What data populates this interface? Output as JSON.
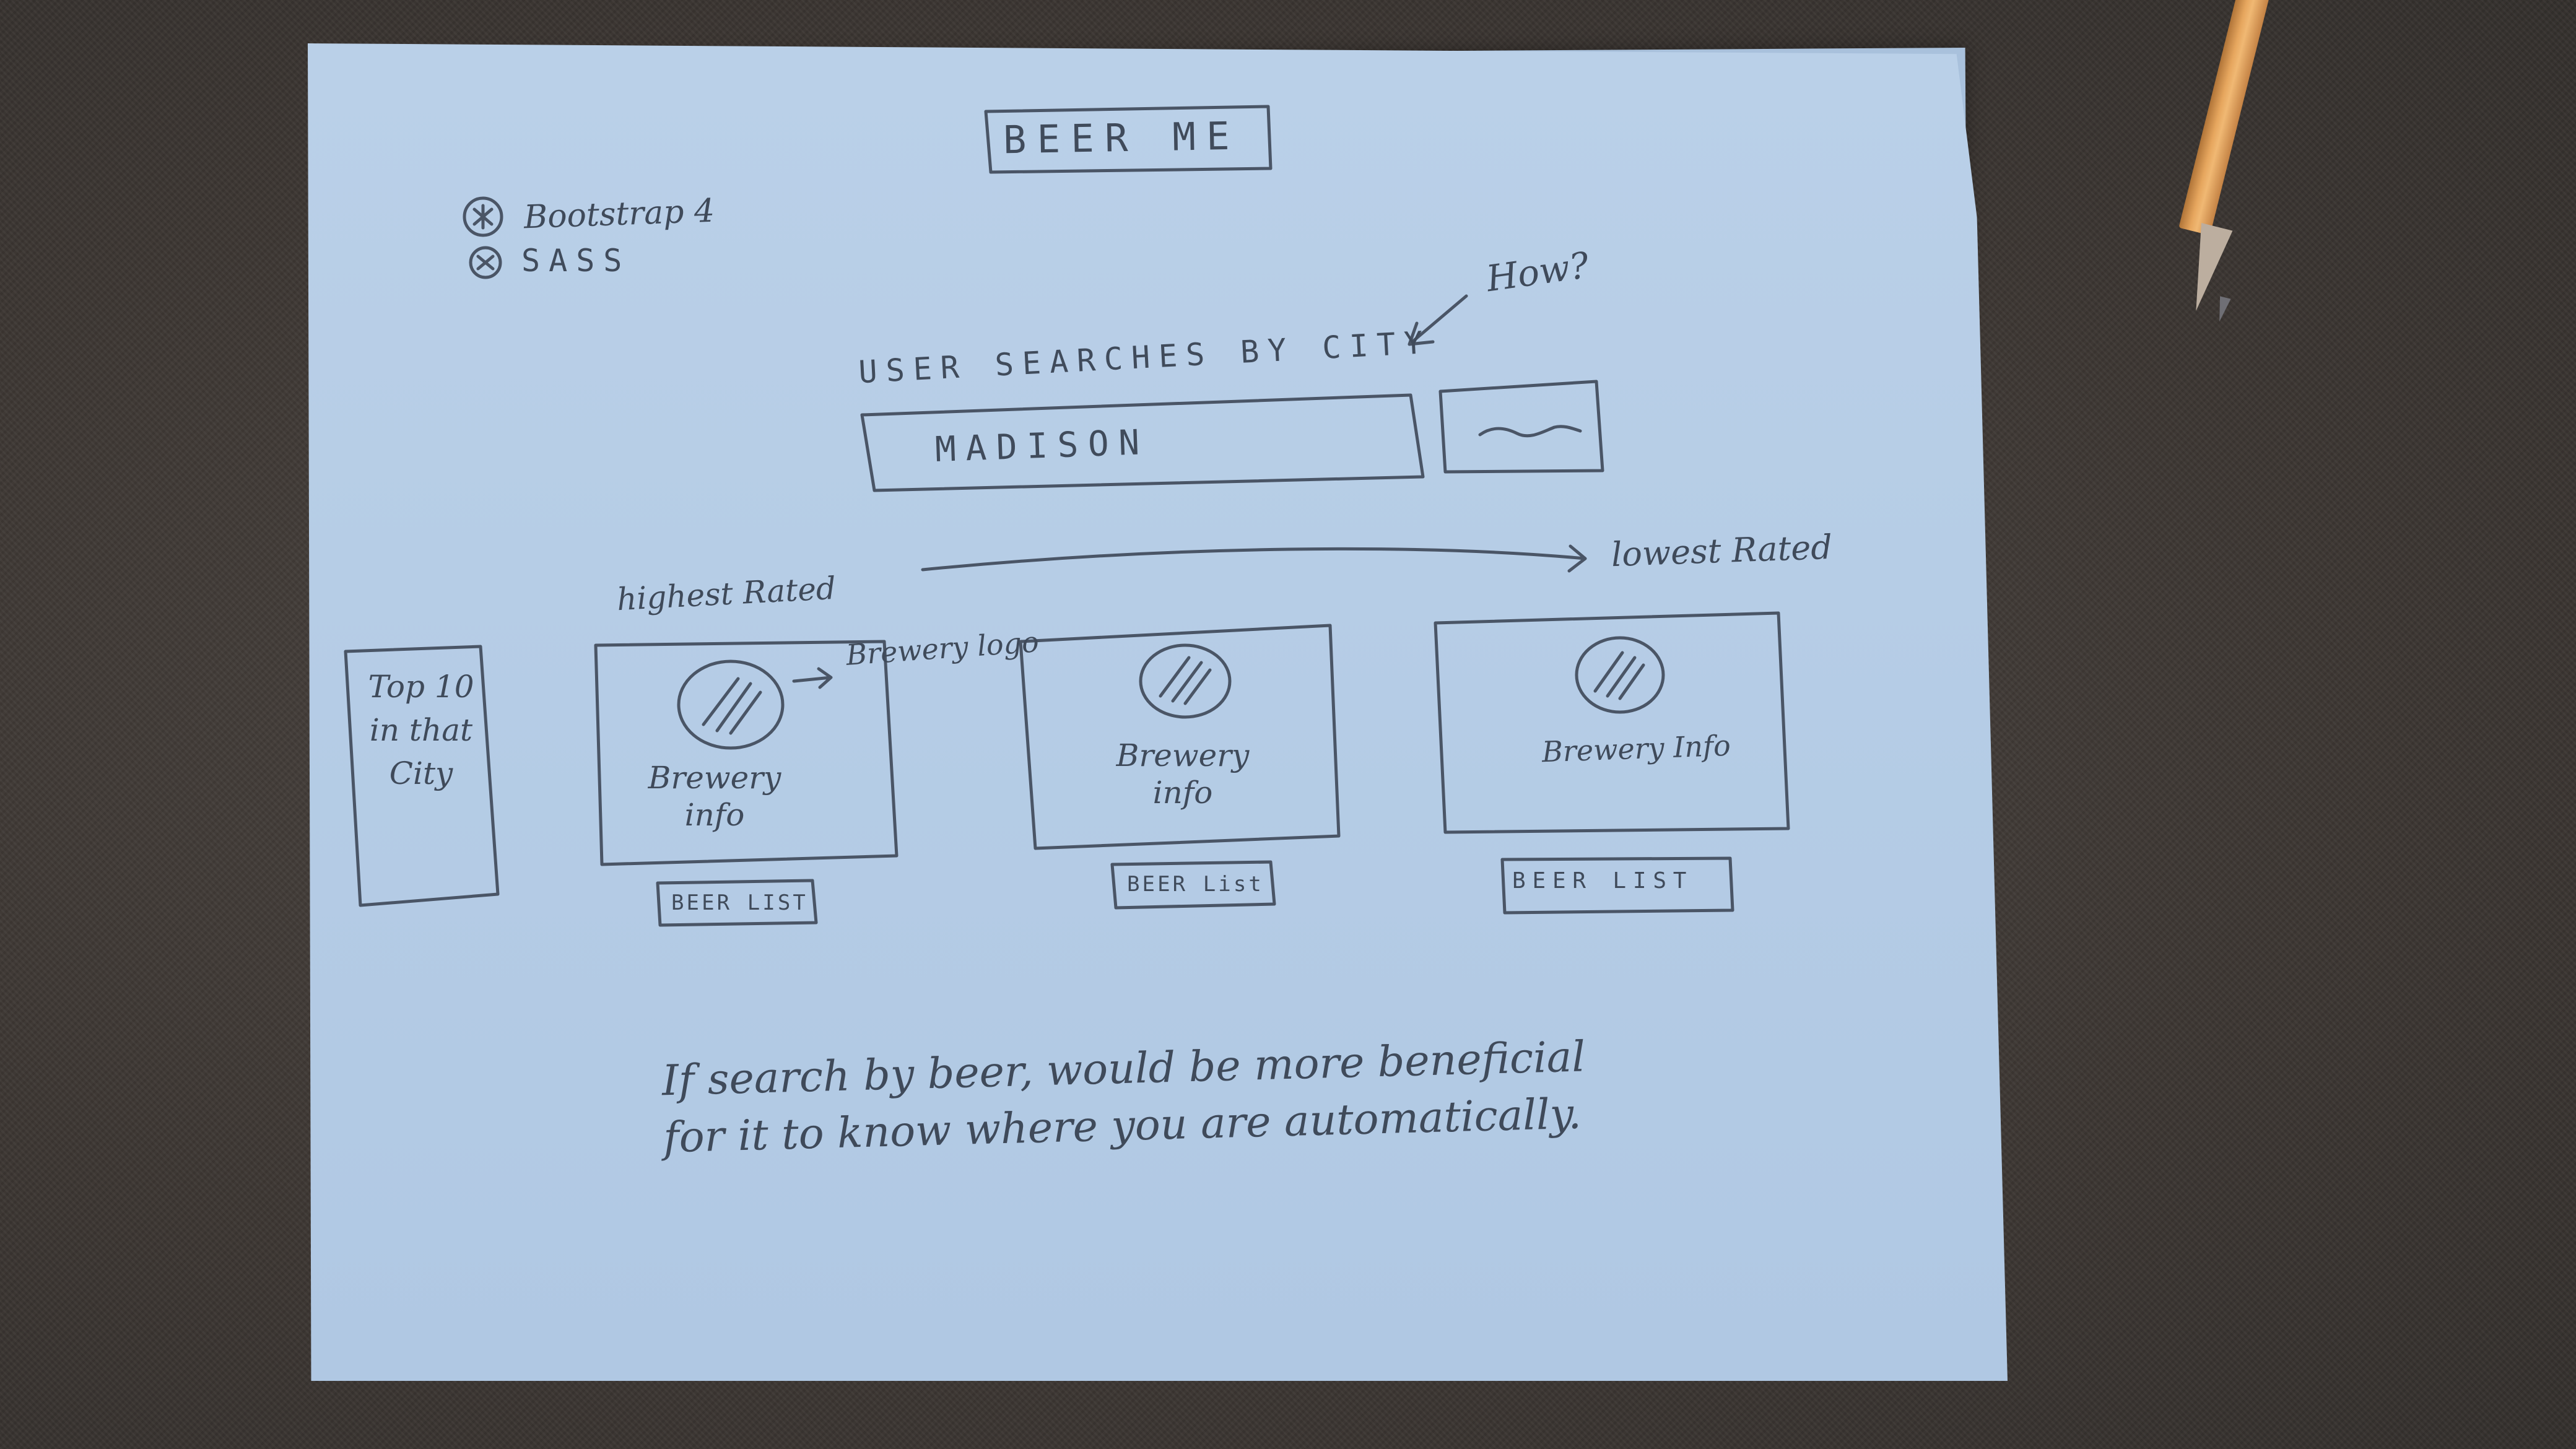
{
  "title": "BEER ME",
  "tech_list": [
    "Bootstrap 4",
    "SASS"
  ],
  "note_how": "How?",
  "search_label": "USER SEARCHES BY CITY",
  "search_input_value": "MADISON",
  "search_button_scribble": "~~~",
  "rating_left": "highest Rated",
  "rating_right": "lowest Rated",
  "logo_note": "Brewery logo",
  "sidebar_text": "Top 10 in that City",
  "cards": [
    {
      "info": "Brewery info",
      "button": "BEER LIST"
    },
    {
      "info": "Brewery info",
      "button": "BEER List"
    },
    {
      "info": "Brewery Info",
      "button": "BEER LIST"
    }
  ],
  "footnote": "If search by beer, would be more beneficial for it to know where you are automatically."
}
